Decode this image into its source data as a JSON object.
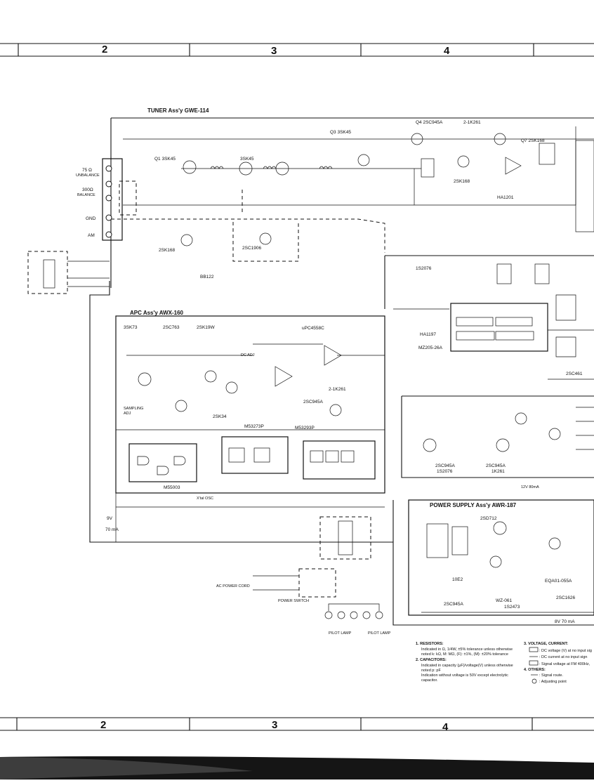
{
  "grid": {
    "columns": [
      "2",
      "3",
      "4"
    ]
  },
  "blocks": {
    "tuner": "TUNER Ass'y GWE-114",
    "apc": "APC Ass'y AWX-160",
    "power": "POWER SUPPLY Ass'y AWR-187"
  },
  "antenna": {
    "unbal": [
      "75 Ω",
      "UNBALANCE"
    ],
    "bal": [
      "300Ω",
      "BALANCE"
    ],
    "gnd": "GND",
    "am": "AM"
  },
  "parts": {
    "q_3sk45_a": "Q1 3SK45",
    "q_3sk45_b": "3SK45",
    "q_3sk45_c": "Q3 3SK45",
    "q_2sc945a_top": "Q4 2SC945A",
    "q_2sk168_top": "Q7 2SK168",
    "q_2sk168_mid": "2SK168",
    "q_2sk168_low": "2SK168",
    "d_1k261_top": "2-1K261",
    "ic_ha1201": "HA1201",
    "q_2sc1906": "2SC1906",
    "d_bb122": "BB122",
    "d_1s2076_a": "1S2076",
    "ic_ha1197": "HA1197",
    "d_mz205": "MZ205-26A",
    "q_2sc461": "2SC461",
    "apc_q1": "3SK73",
    "apc_q2": "2SC763",
    "apc_q3": "2SK19W",
    "ic_upc4558c": "uPC4558C",
    "apc_2sk34": "2SK34",
    "apc_1k261": "2-1K261",
    "apc_2sc945a": "2SC945A",
    "ic_m53273p": "M53273P",
    "ic_m53293p": "M53293P",
    "ic_m55003": "M55003",
    "mid_2sc945a": "2SC945A",
    "mid_1s2076": "1S2076",
    "mid_2sc945a_b": "2SC945A",
    "mid_1k261": "1K261",
    "ps_2sd712": "2SD712",
    "ps_10e2": "10E2",
    "ps_2sc945a": "2SC945A",
    "ps_wz061": "WZ-061",
    "ps_1s2473": "1S2473",
    "ps_eqa01": "EQA01-055A",
    "ps_2sc1626": "2SC1626",
    "sampling": "SAMPLING",
    "adj": "ADJ",
    "dc_adj": "DC ADJ",
    "xtal": "X'tal OSC",
    "ac_cord": "AC POWER CORD",
    "switch": "POWER SWITCH",
    "pilot1": "PILOT LAMP",
    "pilot2": "PILOT LAMP"
  },
  "supply": {
    "v9": "9V",
    "ma70": "70 mA",
    "v8": "8V 70 mA",
    "v12": "12V 80mA"
  },
  "notes": {
    "n1": "1. RESISTORS:",
    "n1a": "Indicated in Ω, 1/4W, ±5% tolerance unless otherwise",
    "n1b": "noted k: kΩ, M: MΩ, (F): ±1%, (M): ±20% tolerance",
    "n2": "2. CAPACITORS:",
    "n2a": "Indicated in capacity (μF)/voltage(V) unless otherwise",
    "n2b": "noted p: pF",
    "n2c": "Indication without voltage is 50V except electrolytic",
    "n2d": "capacitor.",
    "n3": "3. VOLTAGE, CURRENT:",
    "n3a": ": DC voltage (V) at no input sig",
    "n3b": ": DC current at no input sign",
    "n3c": ": Signal voltage at FM 400Hz,",
    "n4": "4. OTHERS:",
    "n4a": ": Signal route.",
    "n4b": ": Adjusting point"
  }
}
